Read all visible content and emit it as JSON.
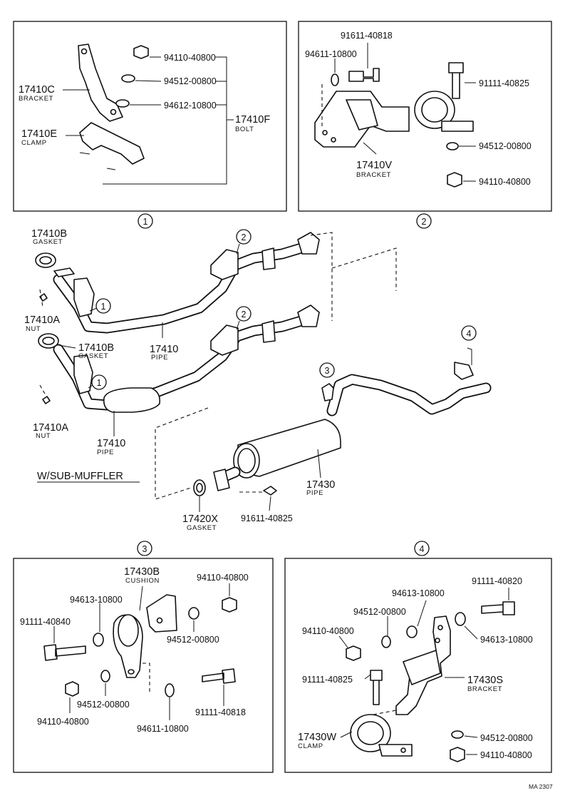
{
  "detail_1": {
    "callout": "1",
    "bracket": {
      "part": "17410C",
      "name": "BRACKET"
    },
    "clamp": {
      "part": "17410E",
      "name": "CLAMP"
    },
    "bolt": {
      "part": "17410F",
      "name": "BOLT"
    },
    "nut": "94110-40800",
    "lock_washer": "94512-00800",
    "plate_washer": "94612-10800"
  },
  "detail_2": {
    "callout": "2",
    "bolt_top": "91611-40818",
    "washer_left": "94611-10800",
    "bolt_right": "91111-40825",
    "bracket": {
      "part": "17410V",
      "name": "BRACKET"
    },
    "lock_washer": "94512-00800",
    "nut": "94110-40800"
  },
  "main": {
    "callout_1": "1",
    "callout_2": "2",
    "callout_3": "3",
    "callout_4": "4",
    "gasket_top": {
      "part": "17410B",
      "name": "GASKET"
    },
    "nut_top": {
      "part": "17410A",
      "name": "NUT"
    },
    "pipe_top": {
      "part": "17410",
      "name": "PIPE"
    },
    "gasket_mid": {
      "part": "17410B",
      "name": "GASKET"
    },
    "nut_bottom": {
      "part": "17410A",
      "name": "NUT"
    },
    "pipe_bottom": {
      "part": "17410",
      "name": "PIPE"
    },
    "variant_label": "W/SUB-MUFFLER",
    "muffler_pipe": {
      "part": "17430",
      "name": "PIPE"
    },
    "gasket_rear": {
      "part": "17420X",
      "name": "GASKET"
    },
    "bolt_rear": "91611-40825"
  },
  "detail_3": {
    "callout": "3",
    "cushion": {
      "part": "17430B",
      "name": "CUSHION"
    },
    "nut_top": "94110-40800",
    "washer_top": "94613-10800",
    "bolt_left": "91111-40840",
    "lock_washer_right": "94512-00800",
    "nut_bottom": "94110-40800",
    "lock_washer_bottom": "94512-00800",
    "washer_bottom": "94611-10800",
    "bolt_right": "91111-40818"
  },
  "detail_4": {
    "callout": "4",
    "bolt_top": "91111-40820",
    "washer_mid": "94613-10800",
    "washer_right": "94613-10800",
    "lock_washer_left": "94512-00800",
    "nut_left": "94110-40800",
    "bolt_left": "91111-40825",
    "bracket": {
      "part": "17430S",
      "name": "BRACKET"
    },
    "clamp": {
      "part": "17430W",
      "name": "CLAMP"
    },
    "lock_washer_bottom": "94512-00800",
    "nut_bottom": "94110-40800"
  },
  "figure_code": "MA 2307"
}
